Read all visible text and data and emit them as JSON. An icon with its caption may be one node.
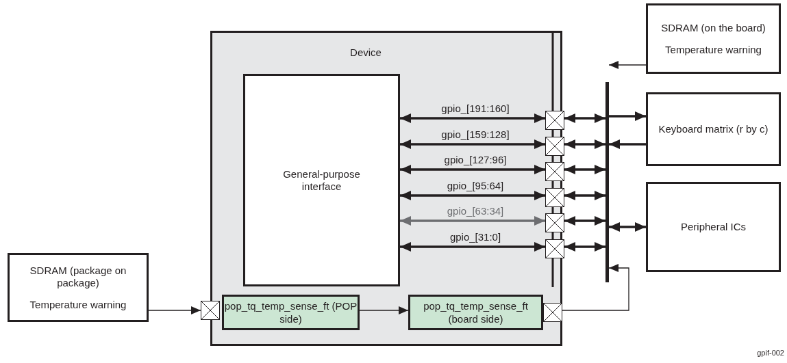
{
  "diagram": {
    "nodes": [
      {
        "text": [
          "Device"
        ]
      },
      {
        "text": [
          "General-purpose interface"
        ],
        "in": 0
      },
      {
        "text": [
          "pop_tq_temp_sense_ft (POP side)"
        ],
        "in": 0
      },
      {
        "text": [
          "pop_tq_temp_sense_ft (board side)"
        ],
        "in": 0
      },
      {
        "text": [
          "SDRAM (package on package)",
          "Temperature warning"
        ]
      },
      {
        "text": [
          "SDRAM (on the board)",
          "Temperature warning"
        ]
      },
      {
        "text": [
          "Keyboard matrix (r by c)"
        ]
      },
      {
        "text": [
          "Peripheral ICs"
        ]
      },
      {
        "text": [],
        "shape": "box",
        "in": 0
      },
      {
        "text": [],
        "shape": "box",
        "in": 0
      },
      {
        "text": [],
        "shape": "box",
        "in": 0
      },
      {
        "text": [],
        "shape": "box",
        "in": 0
      },
      {
        "text": [],
        "shape": "box",
        "in": 0
      },
      {
        "text": [],
        "shape": "box",
        "in": 0
      },
      {
        "text": [],
        "shape": "box"
      },
      {
        "text": [],
        "shape": "box",
        "in": 0
      },
      {
        "text": [],
        "shape": "bar"
      }
    ],
    "edges": [
      {
        "from": 1,
        "to": 8,
        "arrow": "both",
        "label": "gpio_[191:160]"
      },
      {
        "from": 1,
        "to": 9,
        "arrow": "both",
        "label": "gpio_[159:128]"
      },
      {
        "from": 1,
        "to": 10,
        "arrow": "both",
        "label": "gpio_[127:96]"
      },
      {
        "from": 1,
        "to": 11,
        "arrow": "both",
        "label": "gpio_[95:64]"
      },
      {
        "from": 1,
        "to": 12,
        "arrow": "both",
        "label": "gpio_[63:34]",
        "color": "#6d6e71"
      },
      {
        "from": 1,
        "to": 13,
        "arrow": "both",
        "label": "gpio_[31:0]"
      },
      {
        "from": 8,
        "to": 16,
        "arrow": "both"
      },
      {
        "from": 9,
        "to": 16,
        "arrow": "both"
      },
      {
        "from": 10,
        "to": 16,
        "arrow": "both"
      },
      {
        "from": 11,
        "to": 16,
        "arrow": "both"
      },
      {
        "from": 12,
        "to": 16,
        "arrow": "both"
      },
      {
        "from": 13,
        "to": 16,
        "arrow": "both"
      },
      {
        "from": 16,
        "to": 6,
        "arrow": "to"
      },
      {
        "from": 6,
        "to": 16,
        "arrow": "to"
      },
      {
        "from": 16,
        "to": 7,
        "arrow": "both"
      },
      {
        "from": 5,
        "to": 16,
        "arrow": "to"
      },
      {
        "from": 4,
        "to": 14,
        "arrow": "to"
      },
      {
        "from": 2,
        "to": 3,
        "arrow": "to"
      },
      {
        "from": 15,
        "to": 16,
        "arrow": "to"
      }
    ],
    "labels": [
      "gpif-002"
    ]
  }
}
